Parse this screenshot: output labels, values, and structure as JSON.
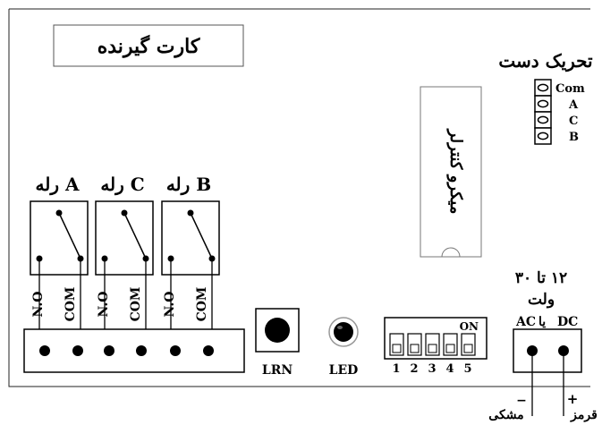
{
  "board": {
    "title": "کارت گیرنده",
    "microcontroller": "میکرو کنترلر"
  },
  "manual_trigger": {
    "title": "تحریک دست",
    "pins": [
      "Com",
      "A",
      "C",
      "B"
    ]
  },
  "relays": [
    {
      "prefix": "رله",
      "letter": "A"
    },
    {
      "prefix": "رله",
      "letter": "C"
    },
    {
      "prefix": "رله",
      "letter": "B"
    }
  ],
  "terminal_labels": [
    "N.O",
    "COM",
    "N.O",
    "COM",
    "N.O",
    "COM"
  ],
  "learn_button": {
    "label": "LRN"
  },
  "led": {
    "label": "LED"
  },
  "dip_switch": {
    "on_label": "ON",
    "numbers": [
      "1",
      "2",
      "3",
      "4",
      "5"
    ]
  },
  "power": {
    "voltage": "۱۲ تا ۳۰",
    "unit": "ولت",
    "type_ac": "AC",
    "type_sep": "یا",
    "type_dc": "DC",
    "neg_sign": "−",
    "pos_sign": "+",
    "neg_wire": "مشکی",
    "pos_wire": "قرمز"
  }
}
